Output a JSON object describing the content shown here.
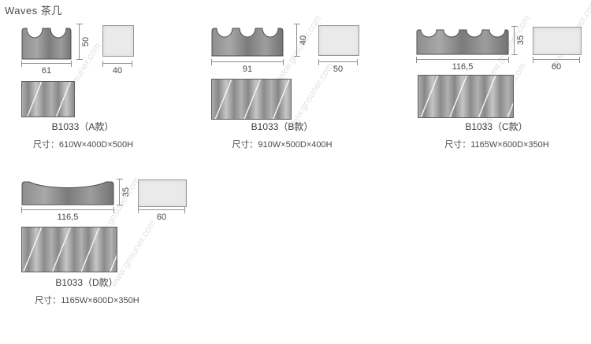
{
  "page": {
    "title": "Waves 茶几"
  },
  "watermark": {
    "text": "www.gnsuner.com"
  },
  "products": [
    {
      "model": "B1033（A款）",
      "size": "尺寸：610W×400D×500H",
      "front_width": "61",
      "front_height": "50",
      "side_width": "40"
    },
    {
      "model": "B1033（B款）",
      "size": "尺寸：910W×500D×400H",
      "front_width": "91",
      "front_height": "40",
      "side_width": "50"
    },
    {
      "model": "B1033（C款）",
      "size": "尺寸：1165W×600D×350H",
      "front_width": "116,5",
      "front_height": "35",
      "side_width": "60"
    },
    {
      "model": "B1033（D款）",
      "size": "尺寸：1165W×600D×350H",
      "front_width": "116,5",
      "front_height": "35",
      "side_width": "60"
    }
  ]
}
